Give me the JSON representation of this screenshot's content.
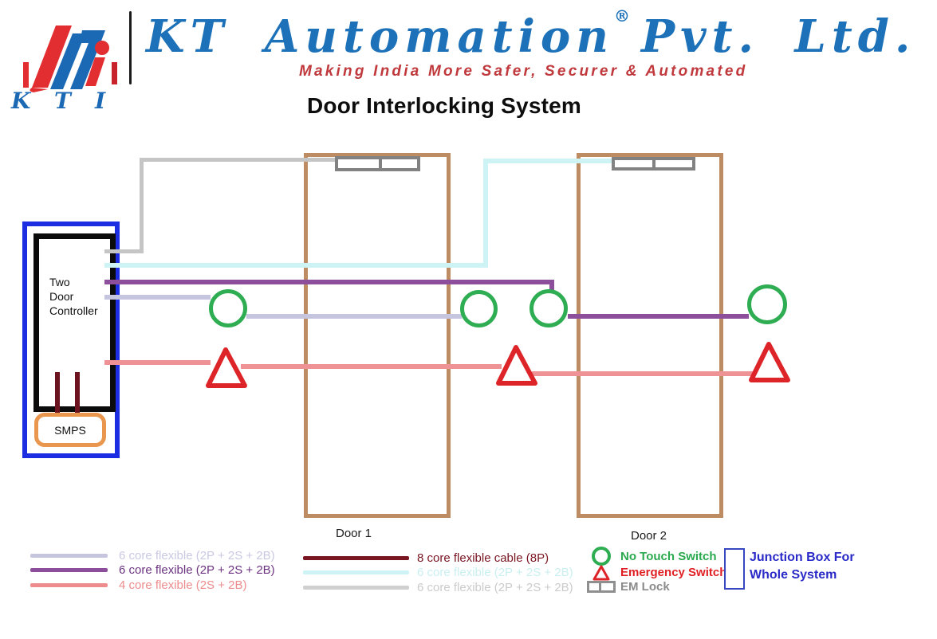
{
  "header": {
    "logo_letters": [
      "K",
      "T",
      "I"
    ],
    "company_name": "KT Automation",
    "registered_mark": "®",
    "company_suffix": "Pvt. Ltd.",
    "tagline": "Making India More Safer, Securer & Automated",
    "page_title": "Door Interlocking System"
  },
  "diagram": {
    "controller_label": "Two\nDoor\nController",
    "smps_label": "SMPS",
    "door1_label": "Door 1",
    "door2_label": "Door 2"
  },
  "legend": {
    "cables_left": [
      {
        "label": "6 core flexible (2P + 2S + 2B)",
        "color": "#c9c8e2"
      },
      {
        "label": "6 core flexible (2P + 2S + 2B)",
        "color": "#6b3380"
      },
      {
        "label": "4 core flexible (2S + 2B)",
        "color": "#ed8b8d"
      }
    ],
    "cables_middle": [
      {
        "label": "8 core flexible cable (8P)",
        "color": "#7a1522"
      },
      {
        "label": "6 core flexible (2P + 2S + 2B)",
        "color": "#c9eff1"
      },
      {
        "label": "6 core flexible (2P + 2S + 2B)",
        "color": "#cbcbcb"
      }
    ],
    "symbols": [
      {
        "label": "No Touch Switch",
        "color": "#2aa94e"
      },
      {
        "label": "Emergency Switch",
        "color": "#e01f23"
      },
      {
        "label": "EM Lock",
        "color": "#8b8b8b"
      }
    ],
    "junction_box_label": "Junction Box For\nWhole System"
  },
  "colors": {
    "company_blue": "#1c71b8",
    "tagline_red": "#c0393d",
    "junction_box_border": "#1d2ee2",
    "door_frame": "#bd8c63",
    "em_lock_gray": "#828282",
    "smps_orange": "#e9964f",
    "controller_smps_wire": "#6d1320",
    "wire_gray": "#c6c5c5",
    "wire_cyan": "#cdf3f4",
    "wire_purple": "#8d4f9b",
    "wire_lavender": "#c6c5e0",
    "wire_pink": "#ef9295",
    "no_touch_green": "#2fad53",
    "emergency_red": "#dd2428"
  }
}
